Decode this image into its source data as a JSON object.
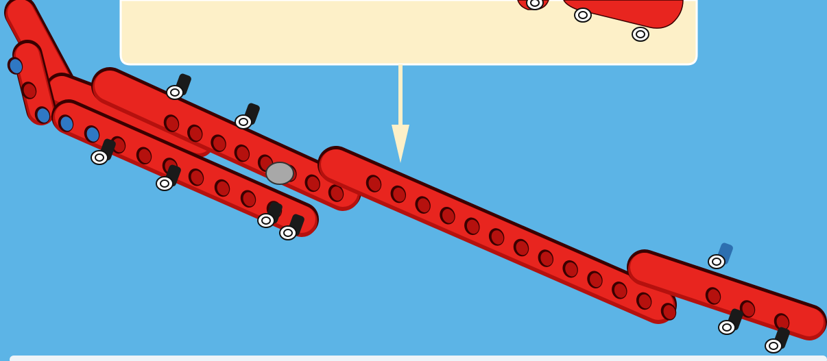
{
  "scene": {
    "background_color": "#5cb4e6",
    "callout_color": "#fdf0c8",
    "callout_border_color": "#ffffff",
    "arrow_color": "#fdf0c8",
    "bottom_strip_color": "#eef4f8"
  },
  "colors": {
    "beam_red": "#e8251f",
    "beam_red_dark": "#b5110e",
    "beam_outline": "#3a0000",
    "pin_black": "#1a1a1a",
    "pin_blue": "#2d6fb0",
    "bushing_gray": "#a8a8a8",
    "axle_hole_blue": "#2f78c4"
  },
  "parts": {
    "beams": [
      {
        "name": "bent-beam",
        "color": "red"
      },
      {
        "name": "straight-beam-long-left",
        "color": "red"
      },
      {
        "name": "straight-beam-long-center",
        "color": "red"
      },
      {
        "name": "straight-beam-short-right",
        "color": "red"
      }
    ],
    "pins": [
      {
        "name": "black-friction-pin",
        "color": "black"
      },
      {
        "name": "blue-axle-pin",
        "color": "blue"
      },
      {
        "name": "gray-bushing",
        "color": "gray"
      }
    ]
  }
}
